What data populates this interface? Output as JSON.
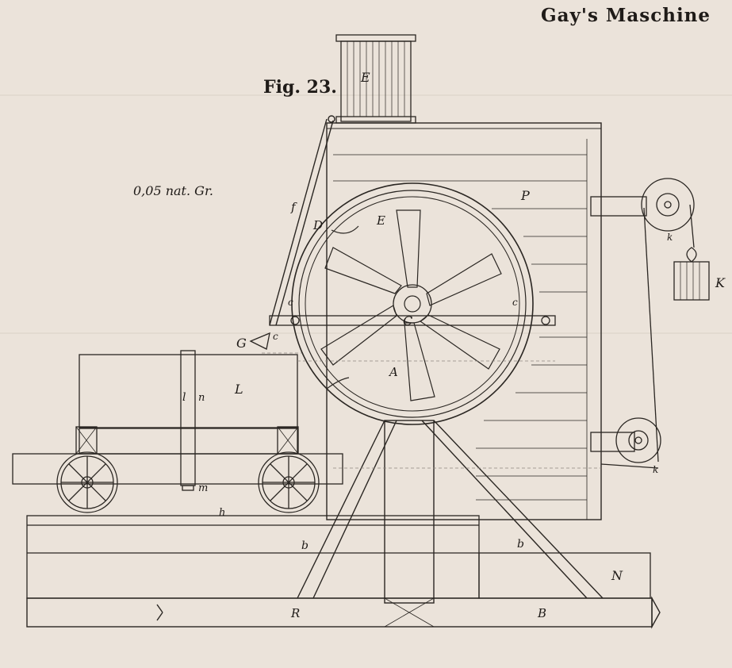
{
  "header": {
    "title": "Gay's Maschine",
    "figure": "Fig. 23.",
    "scale": "0,05 nat. Gr."
  },
  "colors": {
    "paper": "#ebe3da",
    "ink": "#2a2622",
    "faint": "#8d8680"
  },
  "labels": {
    "E_top": "E",
    "P": "P",
    "D": "D",
    "E_wheel": "E",
    "f": "f",
    "c_top": "c",
    "c_right": "c",
    "C": "C",
    "c_left": "c",
    "G": "G",
    "A": "A",
    "L": "L",
    "l": "l",
    "n": "n",
    "m": "m",
    "h": "h",
    "b_left": "b",
    "b_right": "b",
    "k_top": "k",
    "K": "K",
    "k_bottom": "k",
    "N": "N",
    "R": "R",
    "B": "B"
  }
}
